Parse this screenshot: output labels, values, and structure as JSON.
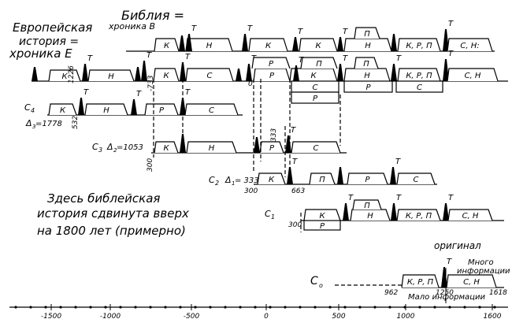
{
  "titles": {
    "bible_line1": "Библия =",
    "bible_line2": "хроника В",
    "europe_line1": "Европейская",
    "europe_line2": "история =",
    "europe_line3": "хроника Е"
  },
  "note": {
    "line1": "Здесь библейская",
    "line2": "история сдвинута вверх",
    "line3": "на 1800 лет (примерно)"
  },
  "chronicles": {
    "c4": "C",
    "c4_sub": "4",
    "c4_delta": "Δ",
    "c4_delta_sub": "3",
    "c4_delta_val": "=1778",
    "c3": "C",
    "c3_sub": "3",
    "c3_delta": "Δ",
    "c3_delta_sub": "2",
    "c3_delta_val": "=1053",
    "c2": "C",
    "c2_sub": "2",
    "c2_delta": "Δ",
    "c2_delta_sub": "1",
    "c2_delta_val": "= 333",
    "c1": "C",
    "c1_sub": "1",
    "c0": "C",
    "c0_sub": "o"
  },
  "original": {
    "label": "оригинал",
    "much1": "Много",
    "much2": "информации",
    "little": "Мало информации"
  },
  "box_labels": {
    "K": "К",
    "N": "Н",
    "R": "Р",
    "S": "С",
    "P": "П",
    "KRP": "К, Р, П",
    "SN": "С, Н",
    "SN2": "С, Н:",
    "T": "T"
  },
  "year_marks": {
    "y1226": "1226",
    "y733": "-733",
    "y0": "0",
    "y532": "532",
    "y300a": "300",
    "y333": "333",
    "y300b": "300",
    "y663": "663",
    "y300c": "300",
    "y962": "962",
    "y1250": "1250",
    "y1618": "1618"
  },
  "axis": {
    "ticks": [
      "-1500",
      "-1000",
      "-500",
      "0",
      "500",
      "1000",
      "1600"
    ],
    "min": -1700,
    "max": 1700
  }
}
